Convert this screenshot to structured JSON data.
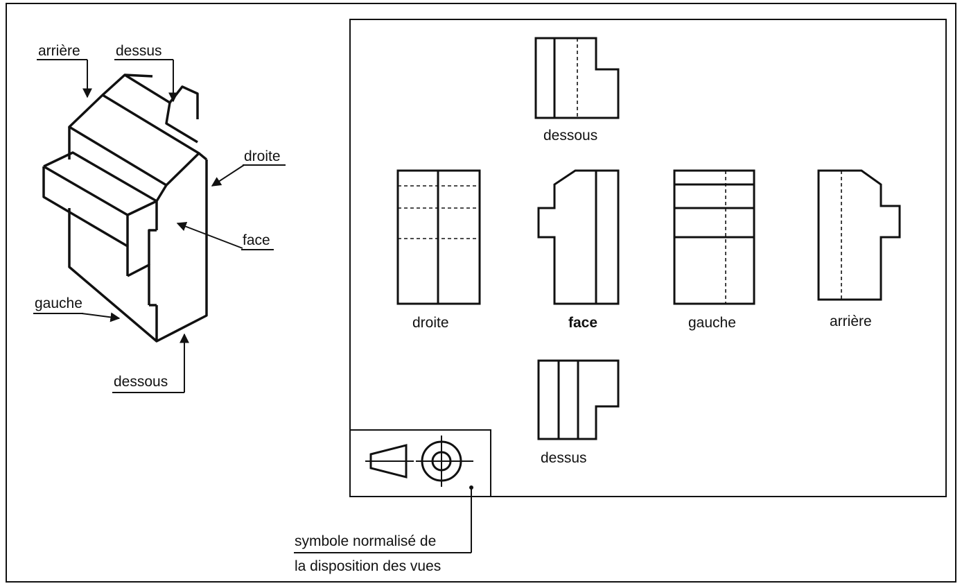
{
  "pictorial_labels": {
    "arriere": "arrière",
    "dessus": "dessus",
    "droite": "droite",
    "face": "face",
    "gauche": "gauche",
    "dessous": "dessous"
  },
  "view_labels": {
    "dessous": "dessous",
    "droite": "droite",
    "face": "face",
    "gauche": "gauche",
    "arriere": "arrière",
    "dessus": "dessus"
  },
  "symbol_caption": {
    "line1": "symbole normalisé de",
    "line2": "la disposition des vues"
  }
}
